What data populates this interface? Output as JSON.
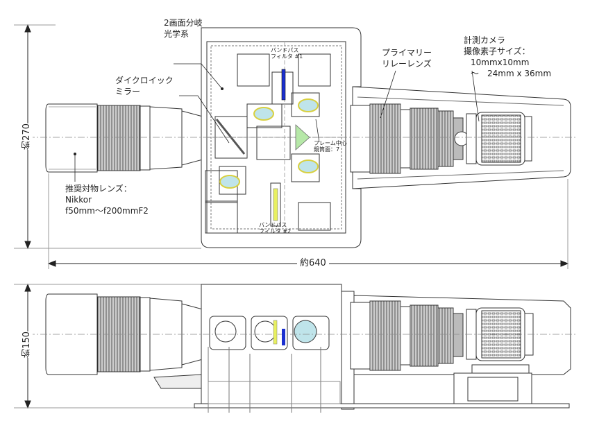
{
  "labels": {
    "dual_image_split_optics": [
      "2画面分岐",
      "光学系"
    ],
    "dichroic_mirror": [
      "ダイクロイック",
      "ミラー"
    ],
    "bandpass_filter_1": [
      "バンドパス",
      "フィルタ #1"
    ],
    "bandpass_filter_2": [
      "バンドパス",
      "フィルタ #2"
    ],
    "primary_relay_lens": [
      "プライマリー",
      "リレーレンズ"
    ],
    "measurement_camera": [
      "計測カメラ",
      "撮像素子サイズ：",
      "10mmx10mm",
      "～　24mm x 36mm"
    ],
    "frame_center": [
      "フレーム中心",
      "鏡筒面：7"
    ],
    "recommended_objective": [
      "推奨対物レンズ：",
      "Nikkor",
      "f50mm～f200mmF2"
    ]
  },
  "dimensions": {
    "height_top": "約270",
    "width_total": "約640",
    "height_side": "約150"
  },
  "colors": {
    "line": "#333333",
    "filter_blue": "#1a2fd0",
    "filter_yellow": "#e8f060",
    "lens_fill": "#bfe4ea",
    "lens_edge": "#d8d040",
    "prism_fill": "#b6e8a8"
  }
}
